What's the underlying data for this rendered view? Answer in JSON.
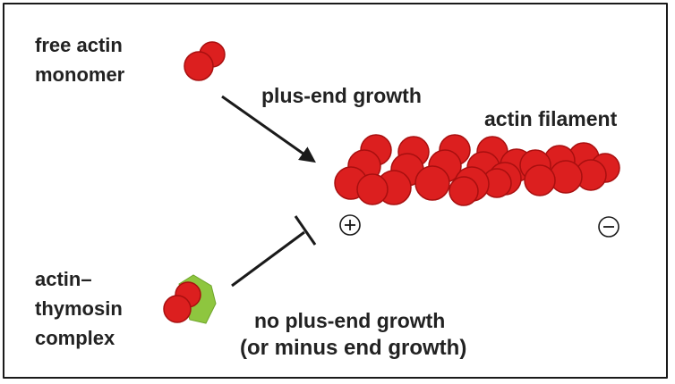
{
  "labels": {
    "free_actin_monomer_line1": "free actin",
    "free_actin_monomer_line2": "monomer",
    "plus_end_growth": "plus-end growth",
    "actin_filament": "actin filament",
    "plus_end_symbol": "+",
    "minus_end_symbol": "−",
    "actin_thymosin_line1": "actin–",
    "actin_thymosin_line2": "thymosin",
    "actin_thymosin_line3": "complex",
    "no_plus_end_growth": "no plus-end growth",
    "or_minus_end_growth": "(or minus end growth)"
  },
  "colors": {
    "actin_red": "#dc1f1f",
    "actin_dark": "#a80f0f",
    "thymosin_green": "#8ec63f",
    "arrow": "#1a1a1a",
    "text": "#222222"
  }
}
